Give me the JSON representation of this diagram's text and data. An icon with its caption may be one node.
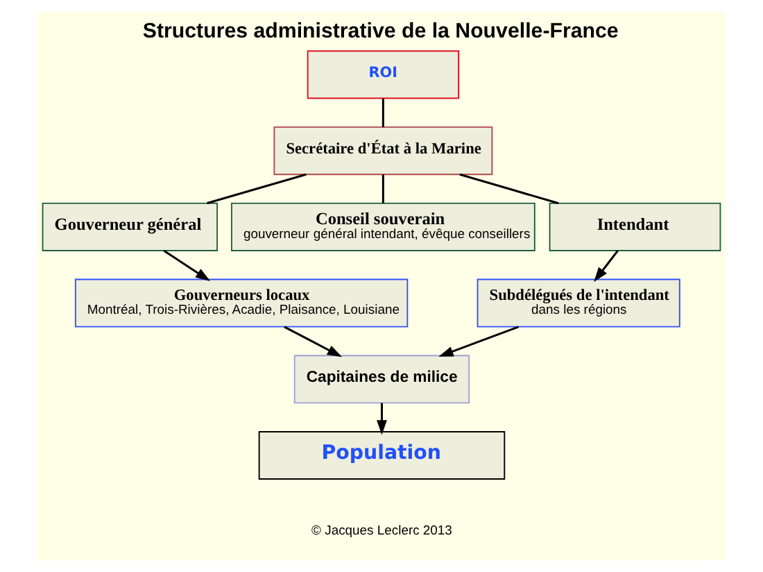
{
  "diagram": {
    "title": "Structures administrative de la Nouvelle-France",
    "nodes": [
      {
        "text": [
          "ROI"
        ]
      },
      {
        "text": [
          "Secrétaire d'État à la Marine"
        ]
      },
      {
        "text": [
          "Gouverneur général"
        ]
      },
      {
        "text": [
          "Conseil souverain",
          "gouverneur général intendant, évêque conseillers"
        ]
      },
      {
        "text": [
          "Intendant"
        ]
      },
      {
        "text": [
          "Gouverneurs locaux",
          "Montréal, Trois-Rivières, Acadie, Plaisance, Louisiane"
        ]
      },
      {
        "text": [
          "Subdélégués de l'intendant",
          "dans les régions"
        ]
      },
      {
        "text": [
          "Capitaines de milice"
        ]
      },
      {
        "text": [
          "Population"
        ]
      }
    ],
    "edges": [
      {
        "from": 0,
        "to": 1,
        "arrow": "none"
      },
      {
        "from": 1,
        "to": 2,
        "arrow": "none"
      },
      {
        "from": 1,
        "to": 3,
        "arrow": "none"
      },
      {
        "from": 1,
        "to": 4,
        "arrow": "none"
      },
      {
        "from": 2,
        "to": 5,
        "arrow": "to"
      },
      {
        "from": 4,
        "to": 6,
        "arrow": "to"
      },
      {
        "from": 5,
        "to": 7,
        "arrow": "to"
      },
      {
        "from": 6,
        "to": 7,
        "arrow": "to"
      },
      {
        "from": 7,
        "to": 8,
        "arrow": "to"
      }
    ],
    "labels": [
      "© Jacques Leclerc 2013"
    ]
  }
}
